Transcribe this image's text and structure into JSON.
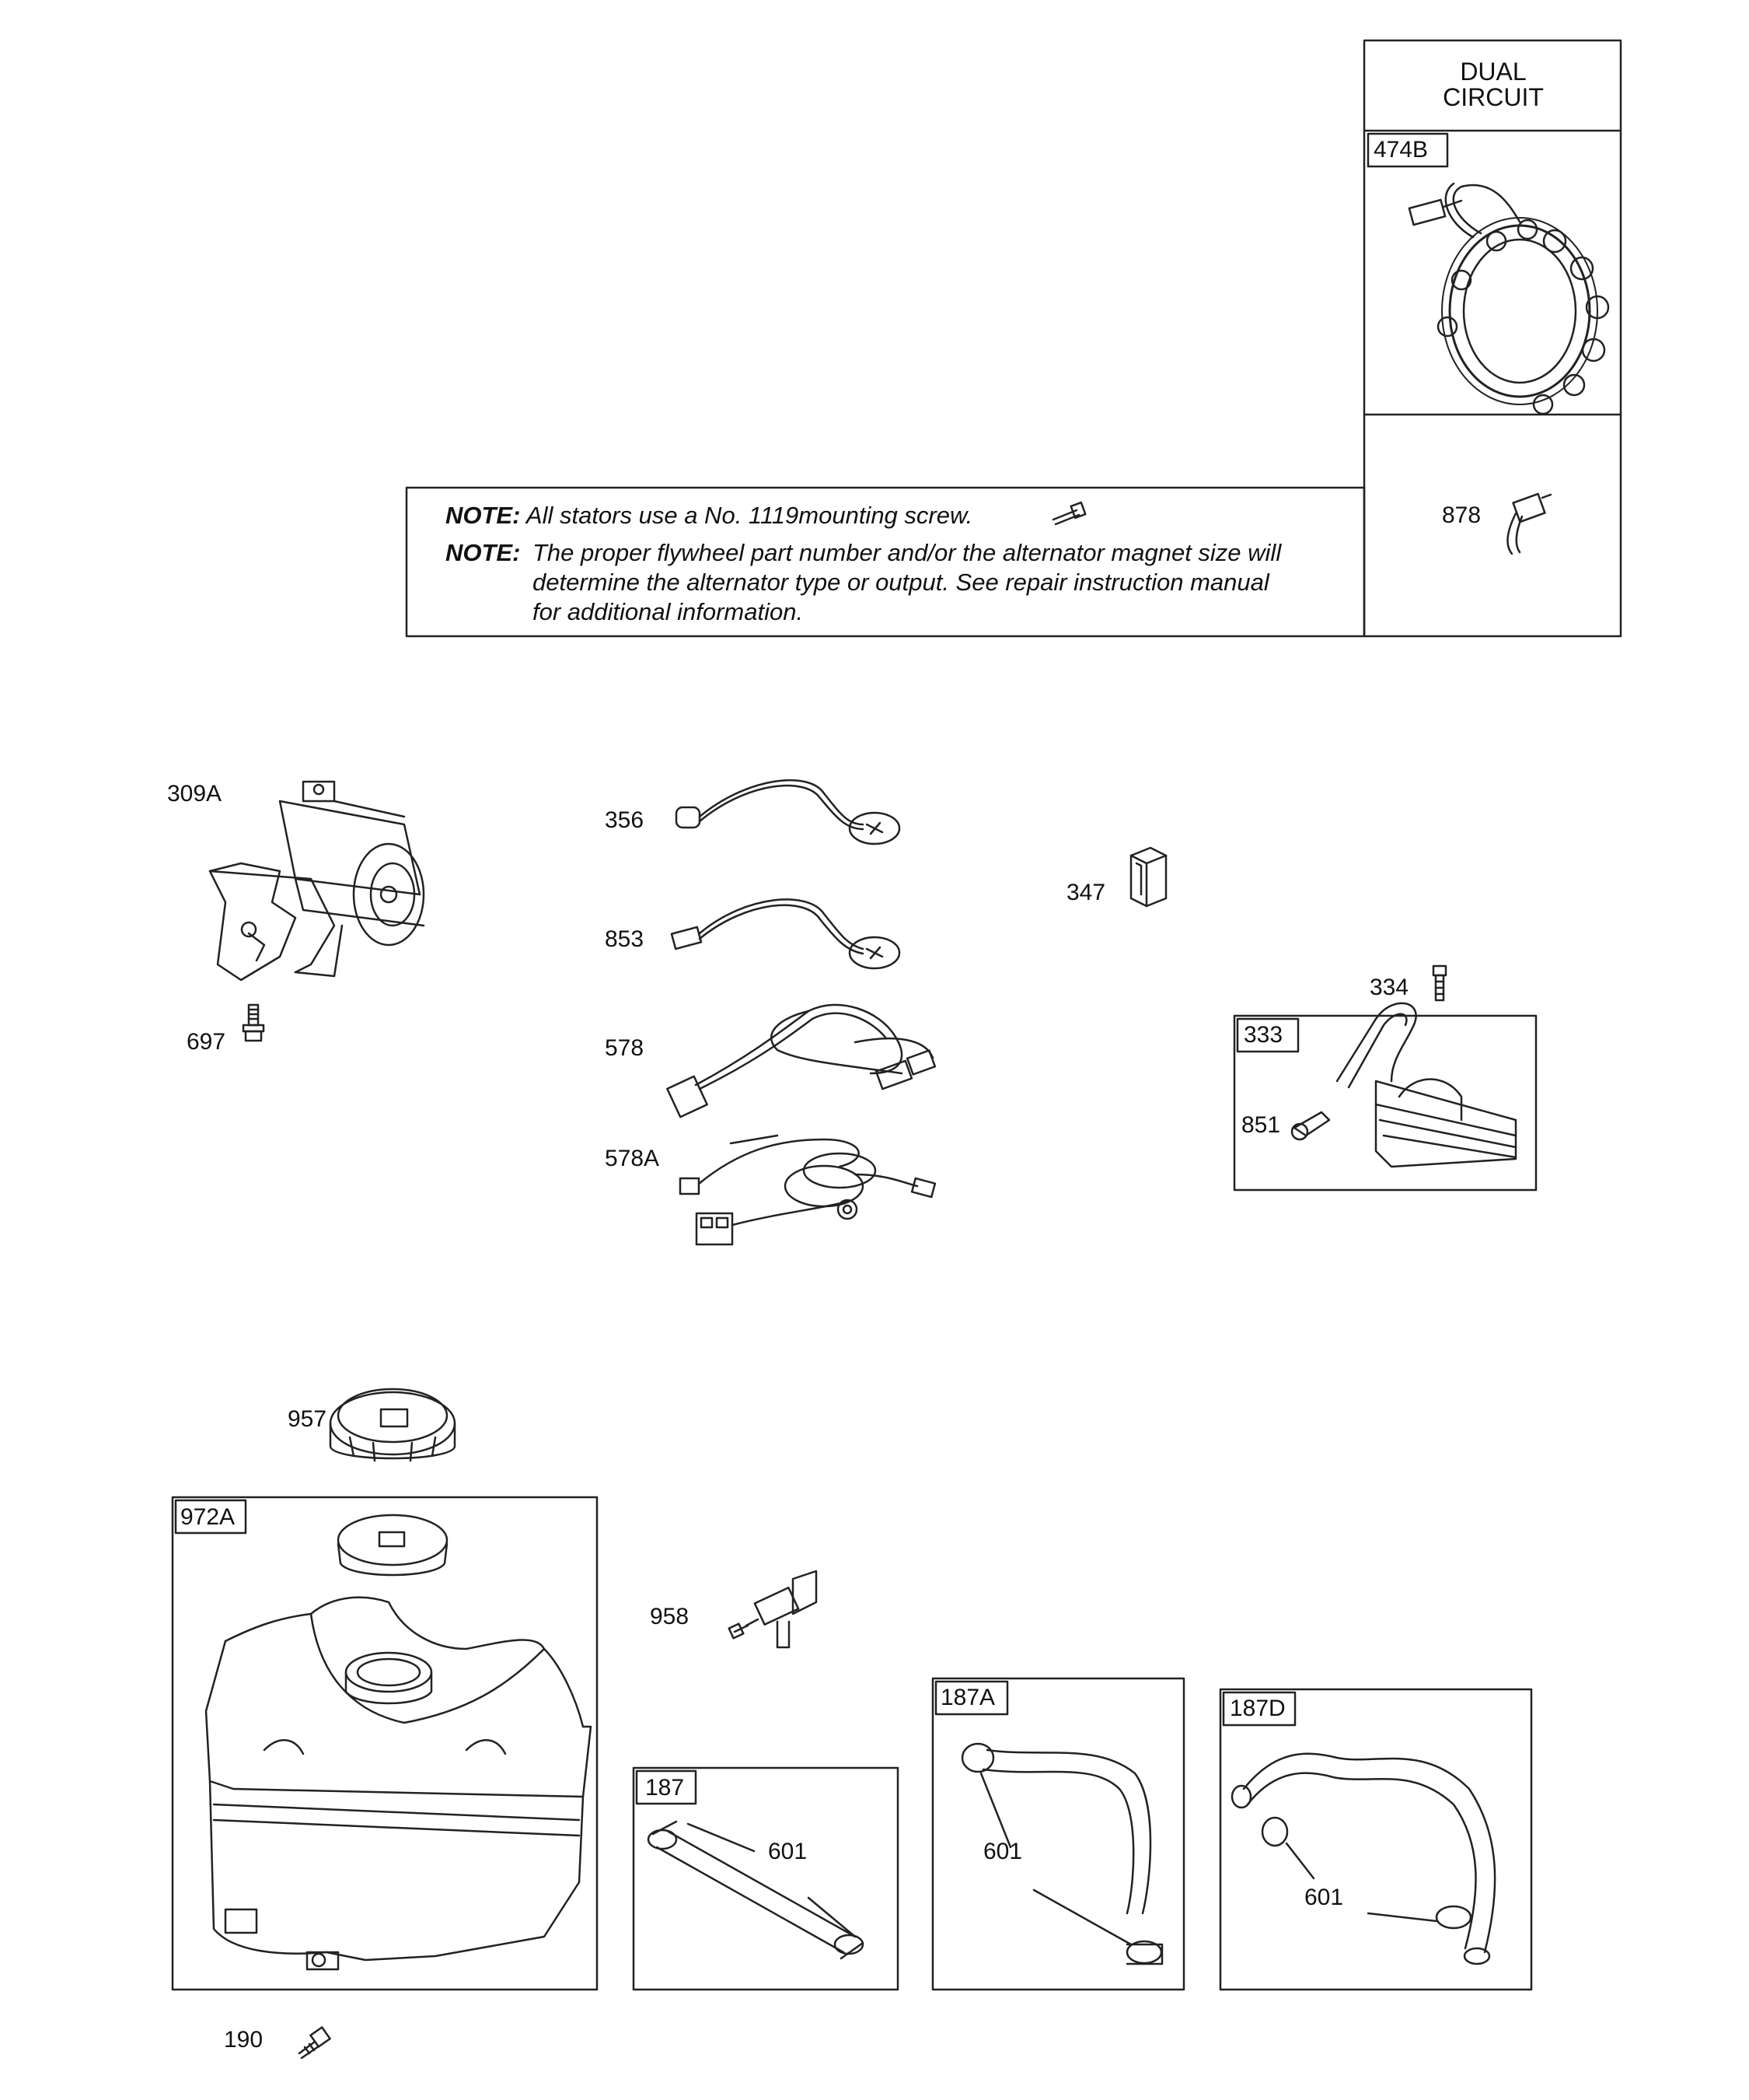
{
  "notes": {
    "note1_label": "NOTE:",
    "note1_text": "All stators use a No. 1119mounting screw.",
    "note2_label": "NOTE:",
    "note2_line1": "The proper flywheel part number and/or the alternator magnet size will",
    "note2_line2": "determine the alternator type or output. See repair instruction manual",
    "note2_line3": "for additional information."
  },
  "stator_table": {
    "header_line1": "DUAL",
    "header_line2": "CIRCUIT",
    "box_label": "474B",
    "item_878": "878"
  },
  "parts": {
    "p309A": "309A",
    "p697": "697",
    "p356": "356",
    "p853": "853",
    "p578": "578",
    "p578A": "578A",
    "p347": "347",
    "p334": "334",
    "p333": "333",
    "p851": "851",
    "p957": "957",
    "p972A": "972A",
    "p958": "958",
    "p187": "187",
    "p187A": "187A",
    "p187D": "187D",
    "p601_a": "601",
    "p601_b": "601",
    "p601_c": "601",
    "p190": "190"
  }
}
